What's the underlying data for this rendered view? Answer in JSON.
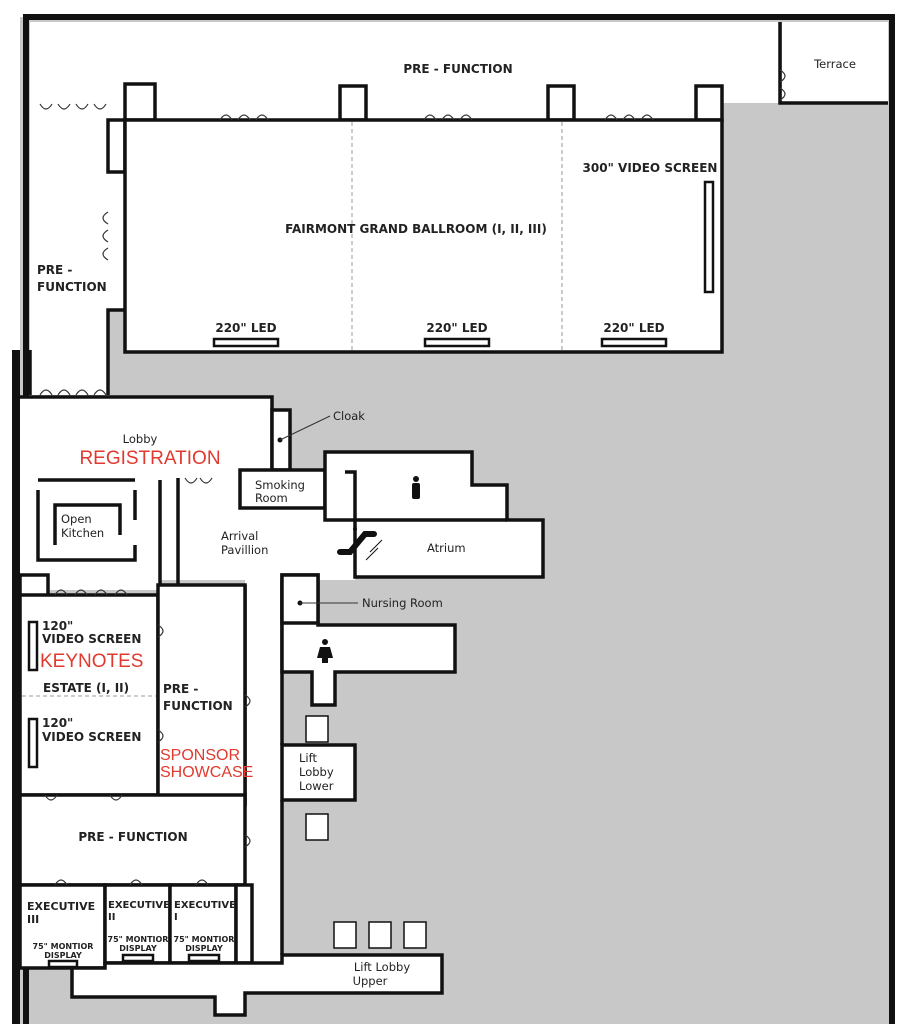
{
  "rooms": {
    "pre_function_top": "PRE - FUNCTION",
    "terrace": "Terrace",
    "ballroom": "FAIRMONT GRAND BALLROOM (I, II, III)",
    "ballroom_screen": "300\" VIDEO SCREEN",
    "led_1": "220\" LED",
    "led_2": "220\" LED",
    "led_3": "220\" LED",
    "pre_function_left_1": "PRE -",
    "pre_function_left_2": "FUNCTION",
    "cloak": "Cloak",
    "lobby": "Lobby",
    "smoking_1": "Smoking",
    "smoking_2": "Room",
    "open_kitchen_1": "Open",
    "open_kitchen_2": "Kitchen",
    "arrival_1": "Arrival",
    "arrival_2": "Pavillion",
    "atrium": "Atrium",
    "nursing": "Nursing Room",
    "estate_screen_top_1": "120\"",
    "estate_screen_top_2": "VIDEO SCREEN",
    "estate": "ESTATE (I, II)",
    "estate_screen_bottom_1": "120\"",
    "estate_screen_bottom_2": "VIDEO SCREEN",
    "pre_function_mid_1": "PRE -",
    "pre_function_mid_2": "FUNCTION",
    "lift_lower_1": "Lift",
    "lift_lower_2": "Lobby",
    "lift_lower_3": "Lower",
    "pre_function_lower": "PRE - FUNCTION",
    "exec_3_1": "EXECUTIVE",
    "exec_3_2": "III",
    "exec_2_1": "EXECUTIVE",
    "exec_2_2": "II",
    "exec_1_1": "EXECUTIVE",
    "exec_1_2": "I",
    "monitor_1": "75\" MONTIOR",
    "monitor_2": "DISPLAY",
    "lift_upper_1": "Lift Lobby",
    "lift_upper_2": "Upper"
  },
  "events": {
    "registration": "REGISTRATION",
    "keynotes": "KEYNOTES",
    "sponsor_1": "SPONSOR",
    "sponsor_2": "SHOWCASE"
  },
  "colors": {
    "event": "#e03a2e",
    "gray": "#c8c8c8"
  }
}
